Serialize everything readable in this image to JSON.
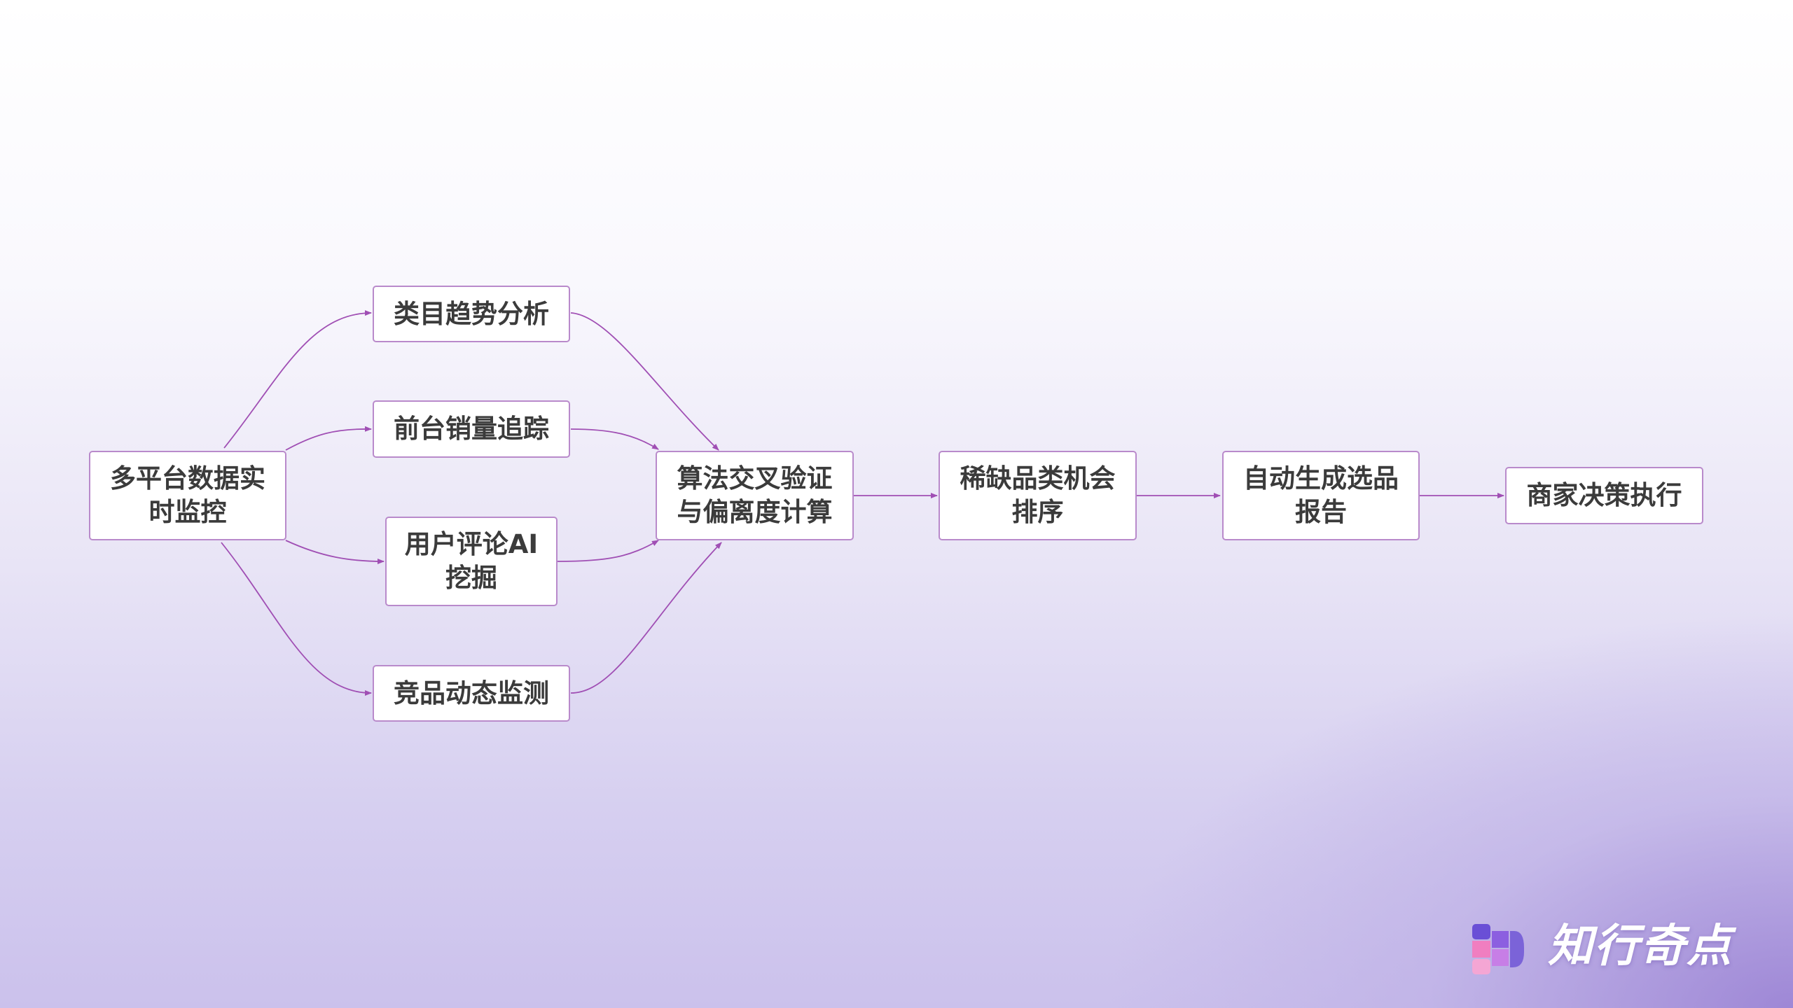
{
  "diagram": {
    "nodes": {
      "source": "多平台数据实\n时监控",
      "trend": "类目趋势分析",
      "sales": "前台销量追踪",
      "reviews": "用户评论AI\n挖掘",
      "competitor": "竞品动态监测",
      "validate": "算法交叉验证\n与偏离度计算",
      "rank": "稀缺品类机会\n排序",
      "report": "自动生成选品\n报告",
      "execute": "商家决策执行"
    },
    "edges": [
      [
        "source",
        "trend"
      ],
      [
        "source",
        "sales"
      ],
      [
        "source",
        "reviews"
      ],
      [
        "source",
        "competitor"
      ],
      [
        "trend",
        "validate"
      ],
      [
        "sales",
        "validate"
      ],
      [
        "reviews",
        "validate"
      ],
      [
        "competitor",
        "validate"
      ],
      [
        "validate",
        "rank"
      ],
      [
        "rank",
        "report"
      ],
      [
        "report",
        "execute"
      ]
    ],
    "colors": {
      "edge": "#a04fb4",
      "node_border": "#b98acb",
      "text": "#3b3b3b"
    }
  },
  "brand": {
    "name": "知行奇点"
  }
}
